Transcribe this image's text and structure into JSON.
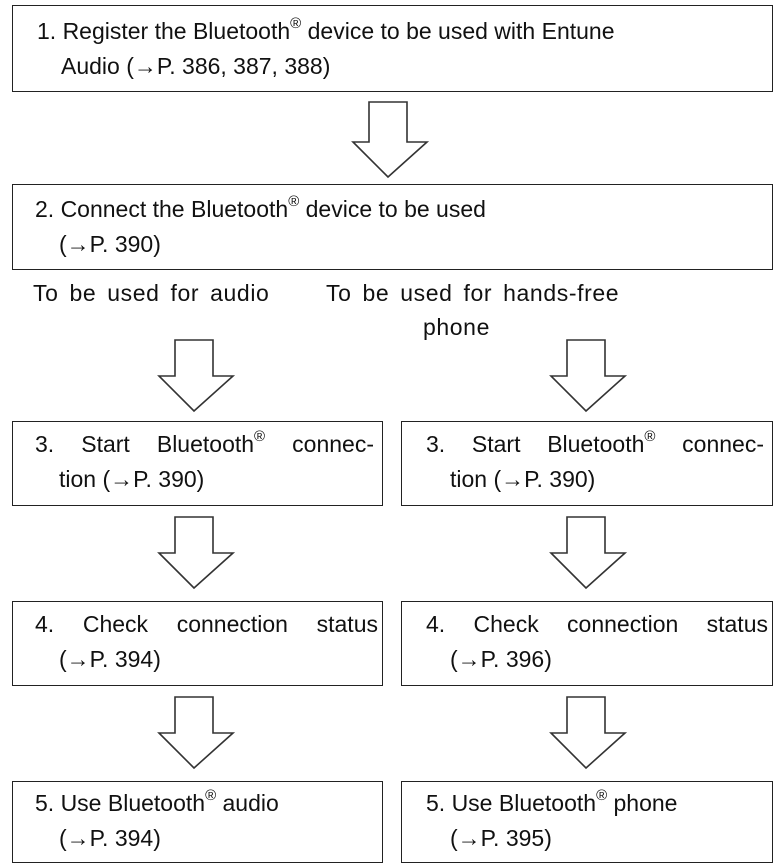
{
  "flowchart": {
    "step1": {
      "line1_before": "1. Register the Bluetooth",
      "registered_mark": "®",
      "line1_after": " device to be used with Entune",
      "line2": "Audio (→P. 386, 387, 388)"
    },
    "step2": {
      "line1_before": "2. Connect the Bluetooth",
      "registered_mark": "®",
      "line1_after": " device to be used",
      "line2": "(→P. 390)"
    },
    "branch_labels": {
      "audio": "To be used for audio",
      "phone_line1": "To be used for hands-free",
      "phone_line2": "phone"
    },
    "audio_branch": {
      "step3": {
        "line1_before": "3. Start Bluetooth",
        "registered_mark": "®",
        "line1_after": " connec-",
        "line2": "tion (→P. 390)"
      },
      "step4": {
        "line1": "4. Check connection status",
        "line2": "(→P. 394)"
      },
      "step5": {
        "line1_before": "5. Use Bluetooth",
        "registered_mark": "®",
        "line1_after": " audio",
        "line2": "(→P. 394)"
      }
    },
    "phone_branch": {
      "step3": {
        "line1_before": "3. Start Bluetooth",
        "registered_mark": "®",
        "line1_after": " connec-",
        "line2": "tion (→P. 390)"
      },
      "step4": {
        "line1": "4. Check connection status",
        "line2": "(→P. 396)"
      },
      "step5": {
        "line1_before": "5. Use Bluetooth",
        "registered_mark": "®",
        "line1_after": " phone",
        "line2": "(→P. 395)"
      }
    }
  }
}
